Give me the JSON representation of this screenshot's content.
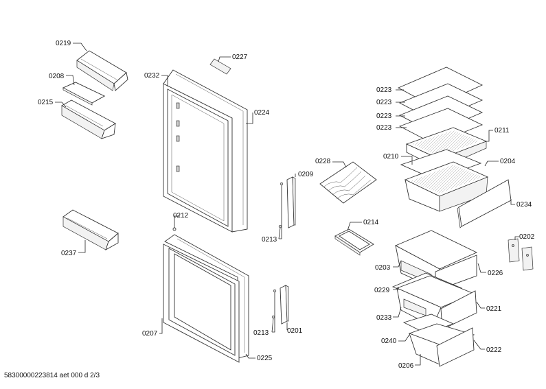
{
  "diagram": {
    "footer": "58300000223814 aet 000 d 2/3",
    "labels": {
      "p0219": "0219",
      "p0208": "0208",
      "p0215": "0215",
      "p0237": "0237",
      "p0232": "0232",
      "p0227": "0227",
      "p0224": "0224",
      "p0212": "0212",
      "p0207": "0207",
      "p0225": "0225",
      "p0209": "0209",
      "p0213a": "0213",
      "p0213b": "0213",
      "p0201": "0201",
      "p0228": "0228",
      "p0214": "0214",
      "p0223a": "0223",
      "p0223b": "0223",
      "p0223c": "0223",
      "p0223d": "0223",
      "p0211": "0211",
      "p0210": "0210",
      "p0204": "0204",
      "p0234": "0234",
      "p0202": "0202",
      "p0203": "0203",
      "p0226": "0226",
      "p0229": "0229",
      "p0221": "0221",
      "p0233": "0233",
      "p0240": "0240",
      "p0222": "0222",
      "p0206": "0206"
    }
  }
}
